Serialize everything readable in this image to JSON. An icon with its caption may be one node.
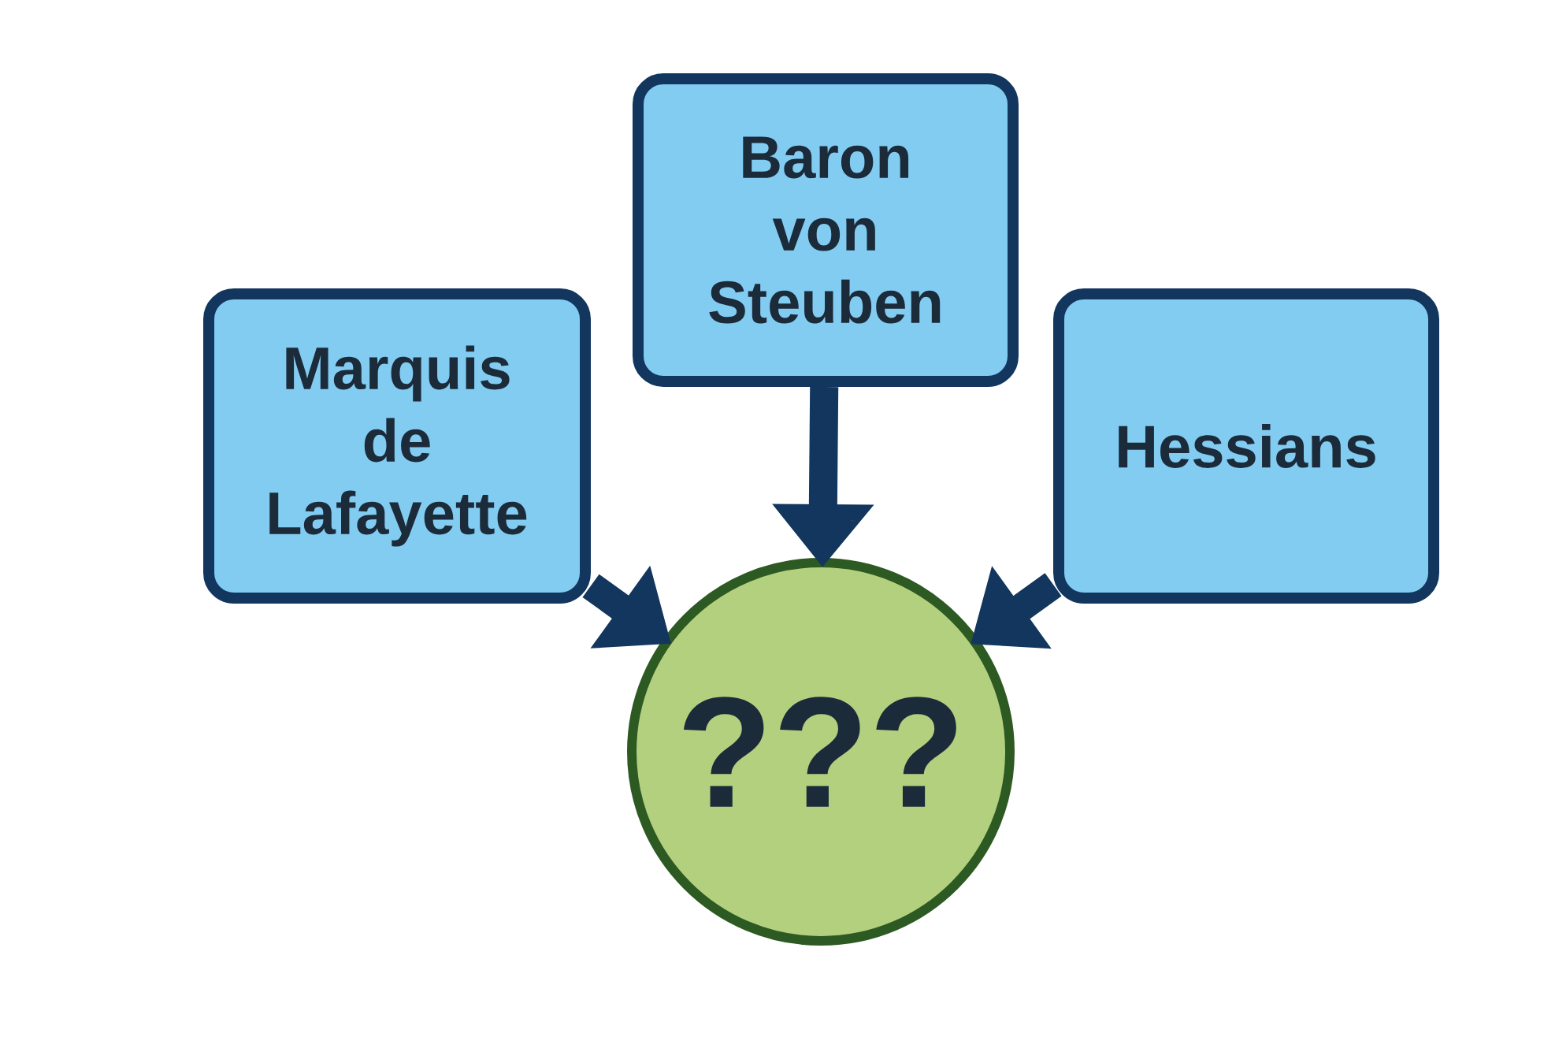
{
  "diagram": {
    "nodes": [
      {
        "text": [
          "Marquis de Lafayette"
        ]
      },
      {
        "text": [
          "Baron von Steuben"
        ]
      },
      {
        "text": [
          "Hessians"
        ]
      },
      {
        "text": [
          "???"
        ]
      }
    ],
    "edges": [
      {
        "from": 0,
        "to": 3,
        "arrow": "to"
      },
      {
        "from": 1,
        "to": 3,
        "arrow": "to"
      },
      {
        "from": 2,
        "to": 3,
        "arrow": "to"
      }
    ]
  }
}
